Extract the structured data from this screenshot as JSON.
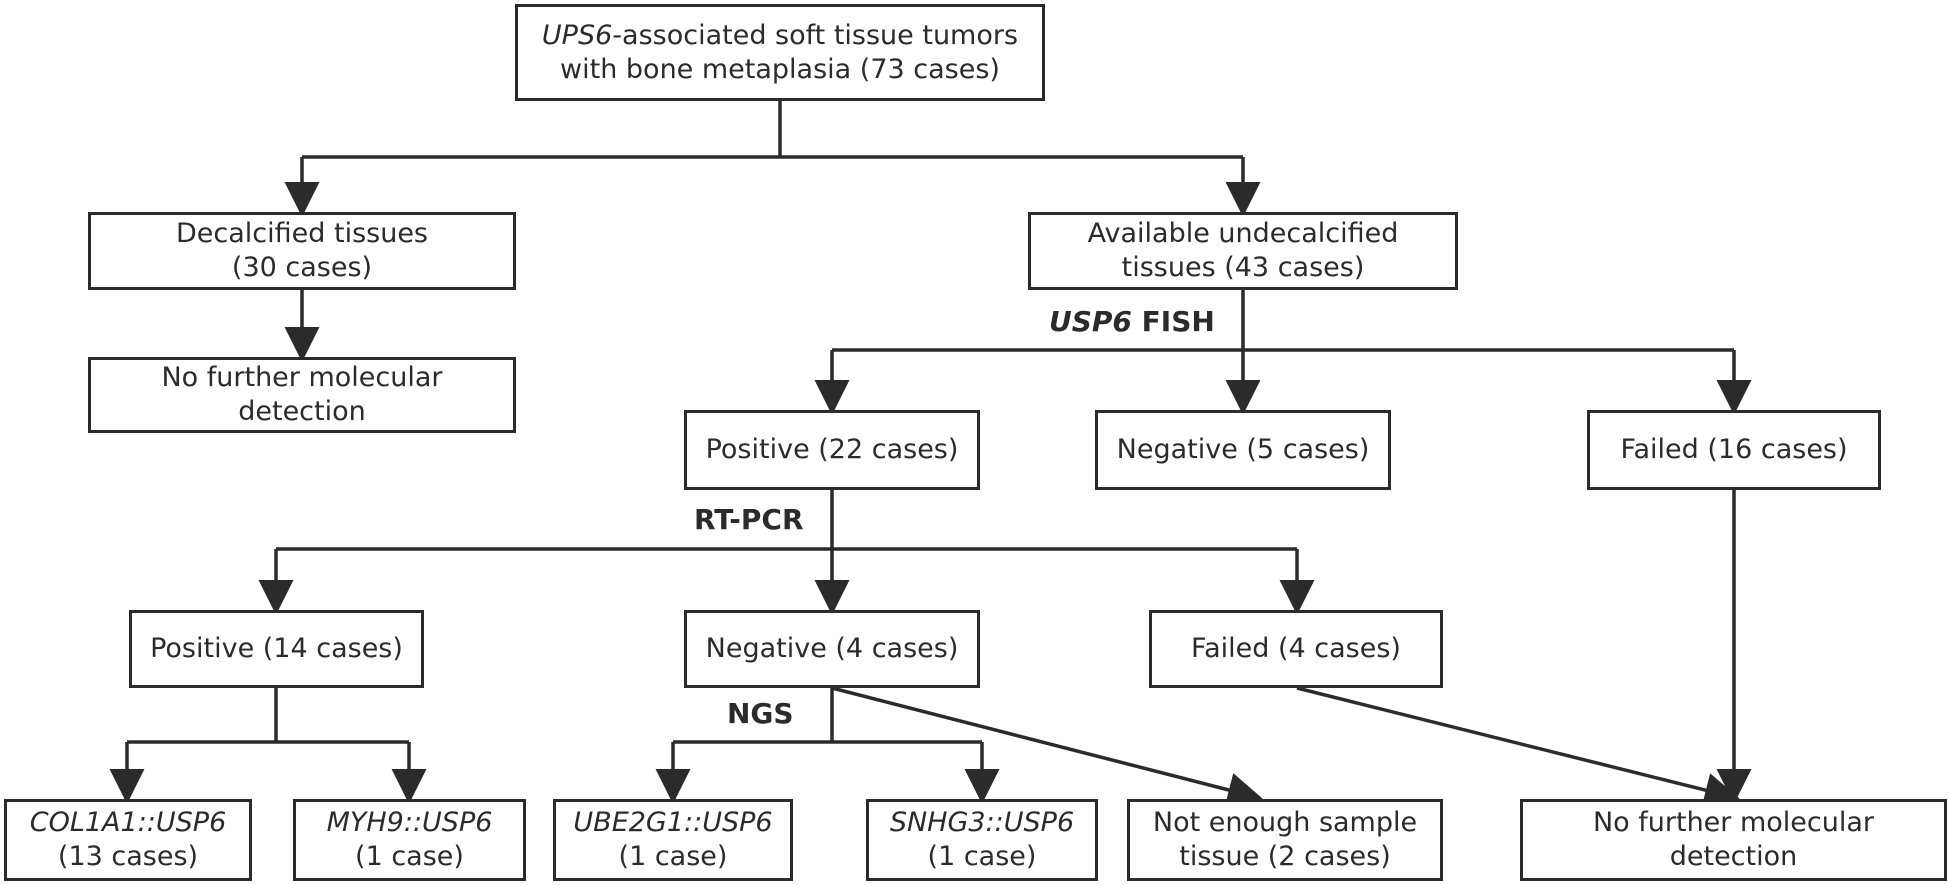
{
  "diagram": {
    "root": {
      "italic": "UPS6",
      "line1_rest": "-associated soft tissue tumors",
      "line2": "with bone metaplasia (73 cases)"
    },
    "decal": {
      "line1": "Decalcified tissues",
      "line2": "(30 cases)"
    },
    "decal_none": {
      "line1": "No further molecular",
      "line2": "detection"
    },
    "undecal": {
      "line1": "Available undecalcified",
      "line2": "tissues (43 cases)"
    },
    "fish_label": {
      "italic": "USP6",
      "rest": " FISH"
    },
    "fish_pos": {
      "line1": "Positive (22 cases)"
    },
    "fish_neg": {
      "line1": "Negative (5 cases)"
    },
    "fish_fail": {
      "line1": "Failed (16 cases)"
    },
    "rtpcr_label": "RT-PCR",
    "pcr_pos": {
      "line1": "Positive (14 cases)"
    },
    "pcr_neg": {
      "line1": "Negative (4 cases)"
    },
    "pcr_fail": {
      "line1": "Failed (4 cases)"
    },
    "ngs_label": "NGS",
    "col1a1": {
      "line1": "COL1A1::USP6",
      "line2": "(13 cases)"
    },
    "myh9": {
      "line1": "MYH9::USP6",
      "line2": "(1 case)"
    },
    "ube2g1": {
      "line1": "UBE2G1::USP6",
      "line2": "(1 case)"
    },
    "snhg3": {
      "line1": "SNHG3::USP6",
      "line2": "(1 case)"
    },
    "not_enough": {
      "line1": "Not enough sample",
      "line2": "tissue (2 cases)"
    },
    "final_none": {
      "line1": "No further molecular",
      "line2": "detection"
    }
  },
  "colors": {
    "stroke": "#2b2b2b",
    "background": "#ffffff"
  }
}
